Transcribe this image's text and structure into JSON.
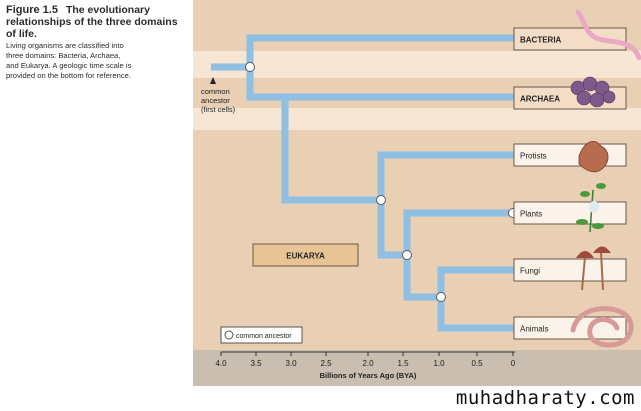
{
  "caption": {
    "figure_label": "Figure 1.5",
    "title": "The evolutionary relationships of the three domains of life.",
    "body_lines": [
      "Living organisms are classified into",
      "three domains: Bacteria, Archaea,",
      "and Eukarya. A geologic time scale is",
      "provided on the bottom for reference."
    ]
  },
  "tree": {
    "root_label_lines": [
      "common",
      "ancestor",
      "(first cells)"
    ],
    "domain_eukarya": "EUKARYA",
    "leaves": [
      {
        "label": "BACTERIA",
        "bold": true
      },
      {
        "label": "ARCHAEA",
        "bold": true
      },
      {
        "label": "Protists",
        "bold": false
      },
      {
        "label": "Plants",
        "bold": false
      },
      {
        "label": "Fungi",
        "bold": false
      },
      {
        "label": "Animals",
        "bold": false
      }
    ],
    "legend_label": "common ancestor"
  },
  "axis": {
    "ticks": [
      "4.0",
      "3.5",
      "3.0",
      "2.5",
      "2.0",
      "1.5",
      "1.0",
      "0.5",
      "0"
    ],
    "label": "Billions of Years Ago (BYA)"
  },
  "colors": {
    "branch": "#8fbfe2",
    "background_dark": "#e9cfb4",
    "background_light": "#f6e6d3",
    "eukarya_box": "#e8c394",
    "axis_strip": "#c9beb0"
  },
  "watermark": "muhadharaty.com"
}
